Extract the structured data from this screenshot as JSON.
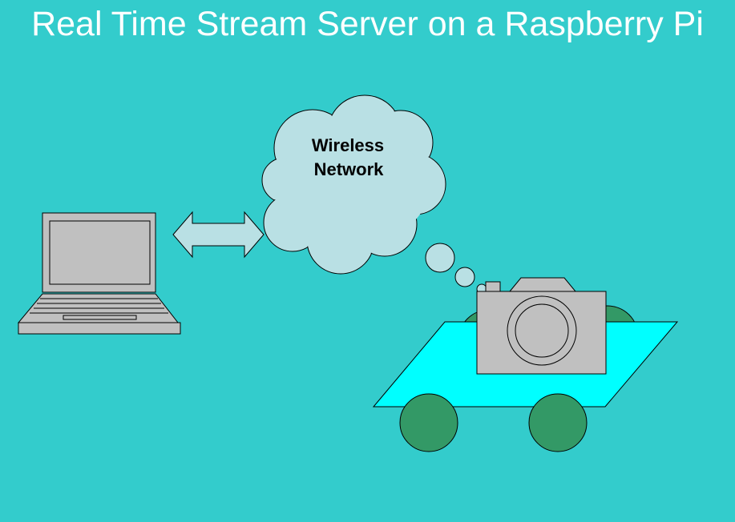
{
  "title": "Real Time Stream Server on a Raspberry Pi",
  "cloud": {
    "line1": "Wireless",
    "line2": "Network"
  },
  "colors": {
    "background": "#33CCCC",
    "title_text": "#FFFFFF",
    "cloud_fill": "#B9E0E4",
    "arrow_fill": "#B9E0E4",
    "laptop_fill": "#C0C0C0",
    "camera_fill": "#C0C0C0",
    "platform_fill": "#00FFFF",
    "wheel_fill": "#339966"
  },
  "icons": [
    "laptop-icon",
    "double-arrow-icon",
    "cloud-icon",
    "camera-icon",
    "robot-car-icon"
  ]
}
